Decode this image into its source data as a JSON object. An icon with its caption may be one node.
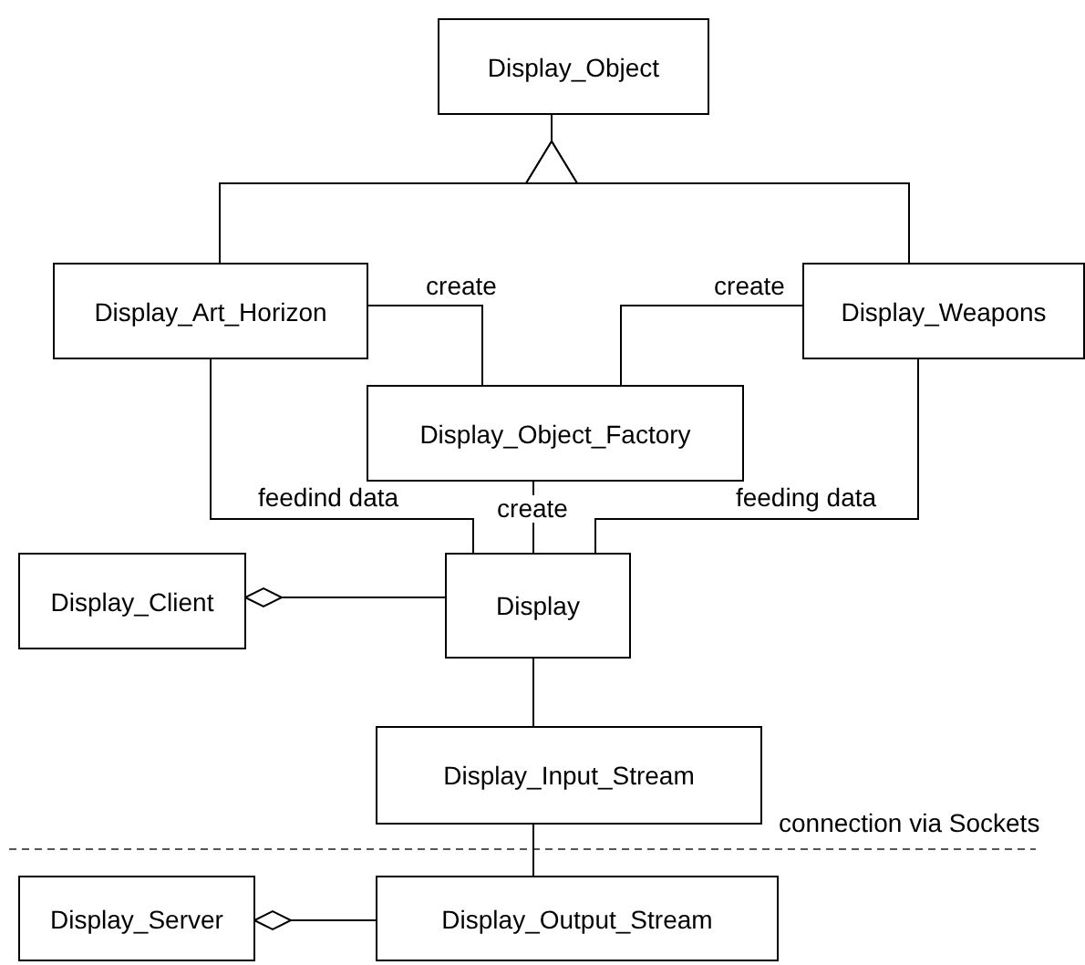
{
  "diagram": {
    "nodes": [
      {
        "text": [
          "Display_Object"
        ]
      },
      {
        "text": [
          "Display_Art_Horizon"
        ]
      },
      {
        "text": [
          "Display_Weapons"
        ]
      },
      {
        "text": [
          "Display_Object_Factory"
        ]
      },
      {
        "text": [
          "Display_Client"
        ]
      },
      {
        "text": [
          "Display"
        ]
      },
      {
        "text": [
          "Display_Input_Stream"
        ]
      },
      {
        "text": [
          "Display_Server"
        ]
      },
      {
        "text": [
          "Display_Output_Stream"
        ]
      }
    ],
    "edges": [
      {
        "from": 1,
        "to": 0,
        "arrow": "to"
      },
      {
        "from": 2,
        "to": 0,
        "arrow": "to"
      },
      {
        "from": 1,
        "to": 3,
        "arrow": "none",
        "label": "create"
      },
      {
        "from": 2,
        "to": 3,
        "arrow": "none",
        "label": "create"
      },
      {
        "from": 1,
        "to": 5,
        "arrow": "none",
        "label": "feedind data"
      },
      {
        "from": 3,
        "to": 5,
        "arrow": "none",
        "label": "create"
      },
      {
        "from": 2,
        "to": 5,
        "arrow": "none",
        "label": "feeding data"
      },
      {
        "from": 4,
        "to": 5,
        "arrow": "other"
      },
      {
        "from": 5,
        "to": 6,
        "arrow": "none"
      },
      {
        "from": 6,
        "to": 8,
        "arrow": "none"
      },
      {
        "from": 7,
        "to": 8,
        "arrow": "other"
      }
    ],
    "labels": [
      "connection via Sockets"
    ]
  }
}
